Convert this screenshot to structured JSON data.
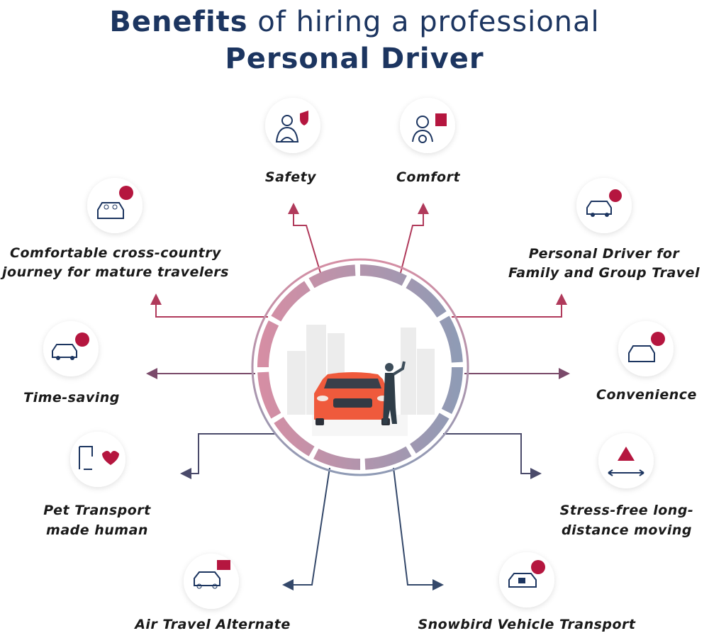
{
  "title": {
    "bold": "Benefits",
    "rest": " of hiring a professional",
    "line2": "Personal Driver"
  },
  "benefits": [
    {
      "id": "safety",
      "lines": [
        "Safety"
      ],
      "icon": "driver-shield-icon"
    },
    {
      "id": "comfort",
      "lines": [
        "Comfort"
      ],
      "icon": "driver-seatbelt-icon"
    },
    {
      "id": "family",
      "lines": [
        "Personal Driver for",
        "Family and Group Travel"
      ],
      "icon": "car-check-icon"
    },
    {
      "id": "cross-country",
      "lines": [
        "Comfortable cross-country",
        "journey for mature travelers"
      ],
      "icon": "car-passengers-wifi-icon"
    },
    {
      "id": "time",
      "lines": [
        "Time-saving"
      ],
      "icon": "car-clock-icon"
    },
    {
      "id": "convenience",
      "lines": [
        "Convenience"
      ],
      "icon": "car-passengers-wifi-icon"
    },
    {
      "id": "pet",
      "lines": [
        "Pet Transport",
        "made human"
      ],
      "icon": "pet-heart-icon"
    },
    {
      "id": "stress",
      "lines": [
        "Stress-free long-",
        "distance moving"
      ],
      "icon": "car-warning-arrow-icon"
    },
    {
      "id": "air",
      "lines": [
        "Air Travel Alternate"
      ],
      "icon": "car-upload-icon"
    },
    {
      "id": "snowbird",
      "lines": [
        "Snowbird Vehicle Transport"
      ],
      "icon": "car-lock-check-icon"
    }
  ],
  "colors": {
    "navy": "#1c3560",
    "accent": "#b5163f",
    "ring_top": "#d58ea4",
    "ring_bottom": "#8f9bb5",
    "car": "#ef5a3c"
  }
}
